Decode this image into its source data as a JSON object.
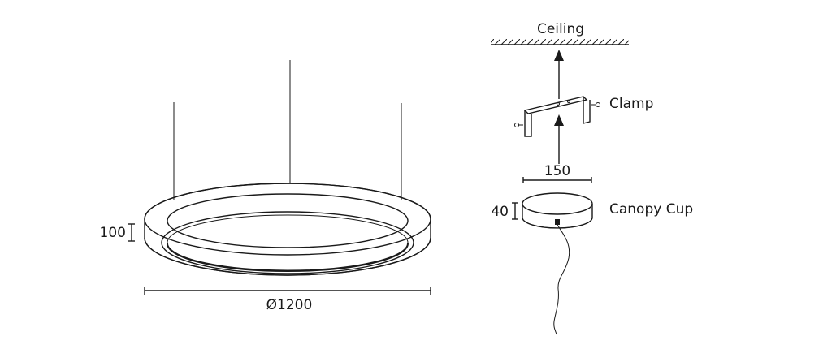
{
  "pendant": {
    "diameter_label": "Ø1200",
    "height_label": "100"
  },
  "mounting": {
    "ceiling_label": "Ceiling",
    "clamp_label": "Clamp",
    "width_label": "150",
    "cup_height_label": "40",
    "canopy_label": "Canopy Cup"
  },
  "colors": {
    "line": "#1a1a1a",
    "background": "#ffffff"
  }
}
